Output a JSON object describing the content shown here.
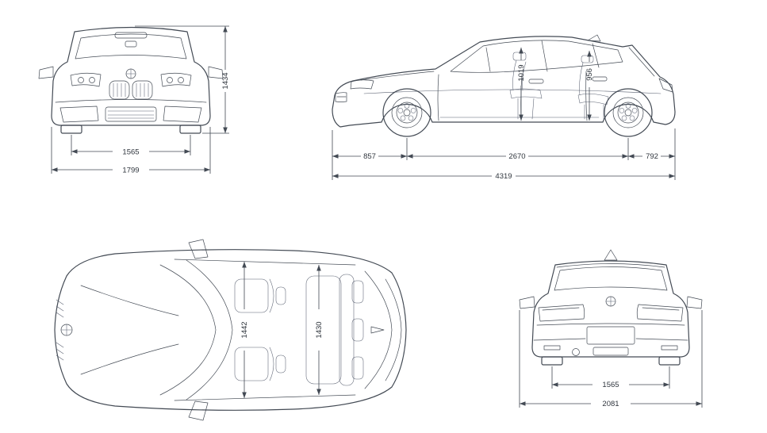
{
  "colors": {
    "line": "#434a54",
    "background": "#ffffff"
  },
  "front_view": {
    "height": "1434",
    "front_track": "1565",
    "overall_width": "1799"
  },
  "side_view": {
    "front_headroom": "1019",
    "rear_headroom": "956",
    "front_overhang": "857",
    "wheelbase": "2670",
    "rear_overhang": "792",
    "overall_length": "4319"
  },
  "top_view": {
    "front_interior_width": "1442",
    "rear_interior_width": "1430"
  },
  "rear_view": {
    "rear_track": "1565",
    "width_incl_mirrors": "2081"
  }
}
